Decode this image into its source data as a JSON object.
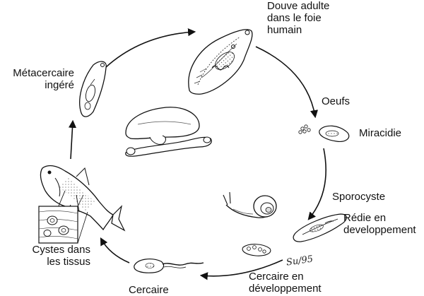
{
  "labels": {
    "adult": "Douve adulte\ndans le foie\nhumain",
    "eggs": "Oeufs",
    "miracidium": "Miracidie",
    "sporocyst": "Sporocyste",
    "redia": "Rédie en\ndeveloppement",
    "cercaria_dev": "Cercaire en\ndéveloppement",
    "cercaria": "Cercaire",
    "cysts": "Cystes dans\nles tissus",
    "metacercaria": "Métacercaire\ningéré"
  },
  "signature": "Su/95"
}
